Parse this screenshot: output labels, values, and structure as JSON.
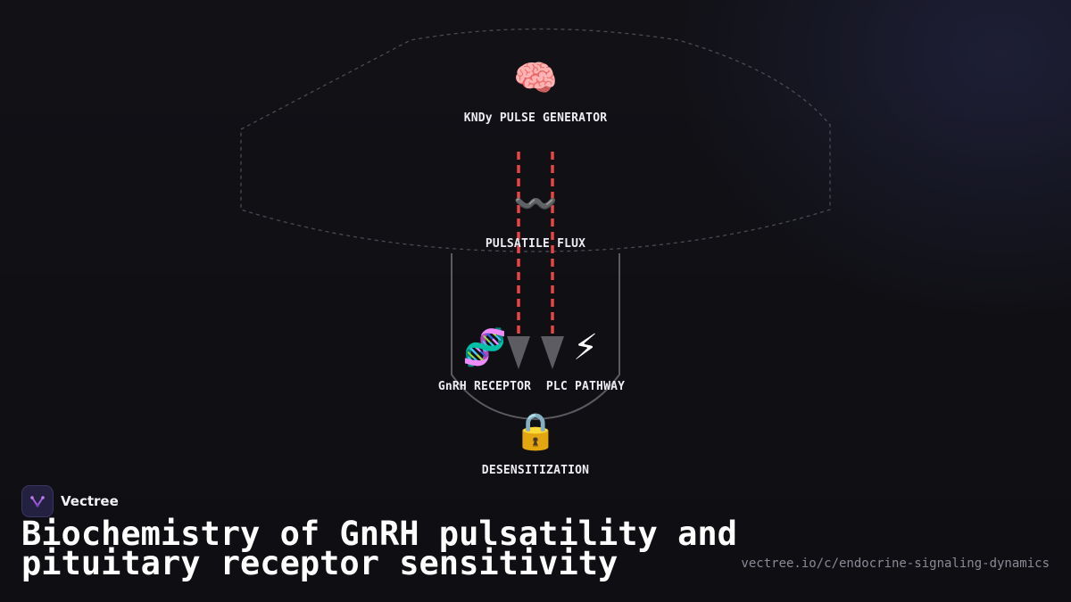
{
  "diagram": {
    "nodes": {
      "pulse_generator": {
        "icon": "brain-icon",
        "glyph": "🧠",
        "label": "KNDy PULSE GENERATOR"
      },
      "pulsatile_flux": {
        "icon": "wave-icon",
        "glyph": "〰️",
        "label": "PULSATILE FLUX"
      },
      "gnrh_receptor": {
        "icon": "dna-icon",
        "glyph": "🧬",
        "label": "GnRH RECEPTOR"
      },
      "plc_pathway": {
        "icon": "lightning-icon",
        "glyph": "⚡",
        "label": "PLC PATHWAY"
      },
      "desensitization": {
        "icon": "lock-icon",
        "glyph": "🔒",
        "label": "DESENSITIZATION"
      }
    },
    "colors": {
      "flow_lines": "#e84545",
      "arrowheads": "#5c5c62",
      "outline": "#55555c"
    }
  },
  "footer": {
    "brand_name": "Vectree",
    "brand_icon": "vectree-logo-icon",
    "title": "Biochemistry of GnRH pulsatility and pituitary receptor sensitivity",
    "url": "vectree.io/c/endocrine-signaling-dynamics"
  }
}
